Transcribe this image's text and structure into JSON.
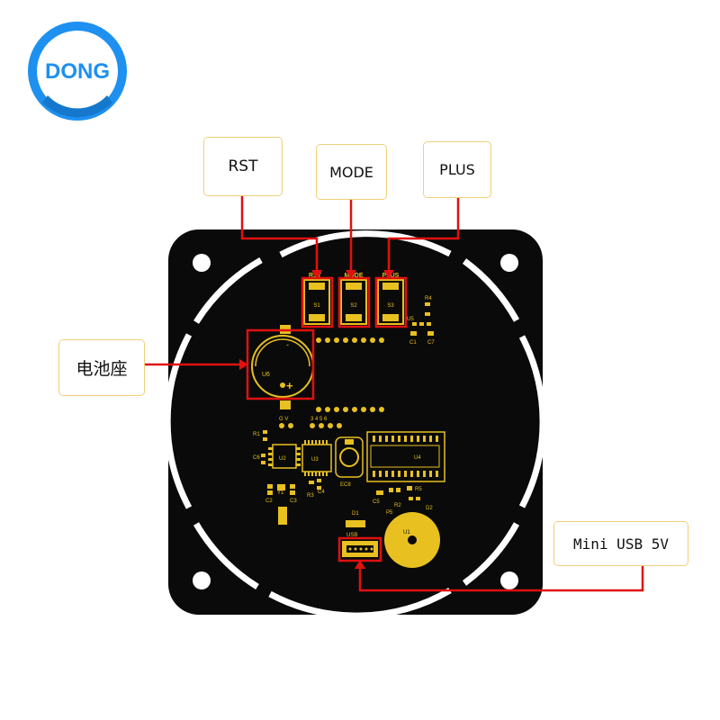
{
  "logo": {
    "text": "DONG",
    "ring_color": "#1e90f0",
    "text_color": "#1e90f0"
  },
  "callouts": {
    "rst": "RST",
    "mode": "MODE",
    "plus": "PLUS",
    "battery": "电池座",
    "usb": "Mini USB 5V"
  },
  "board": {
    "silk_rst": "RST",
    "silk_mode": "MODE",
    "silk_plus": "PLUS",
    "s1": "S1",
    "s2": "S2",
    "s3": "S3",
    "u6": "U6",
    "u2": "U2",
    "u3": "U3",
    "u4": "U4",
    "u1": "U1",
    "r1": "R1",
    "c6": "C6",
    "c2": "C2",
    "c3": "C3",
    "c4": "C4",
    "c5": "C5",
    "c1": "C1",
    "c7": "C7",
    "r2": "R2",
    "r3": "R3",
    "r4": "R4",
    "r5": "R5",
    "u5": "U5",
    "d1": "D1",
    "d2": "D2",
    "ec8": "EC8",
    "y1": "Y1",
    "p5": "P5",
    "gv": "G V",
    "pins": "3 4 5 6",
    "usb_silk": "USB",
    "battery_minus": "-",
    "battery_plus": "+",
    "board_color": "#0a0a0a",
    "copper_color": "#e8c020",
    "ring_color": "#ffffff"
  },
  "colors": {
    "annotation": "#e01010",
    "callout_border": "#f2cf79"
  }
}
